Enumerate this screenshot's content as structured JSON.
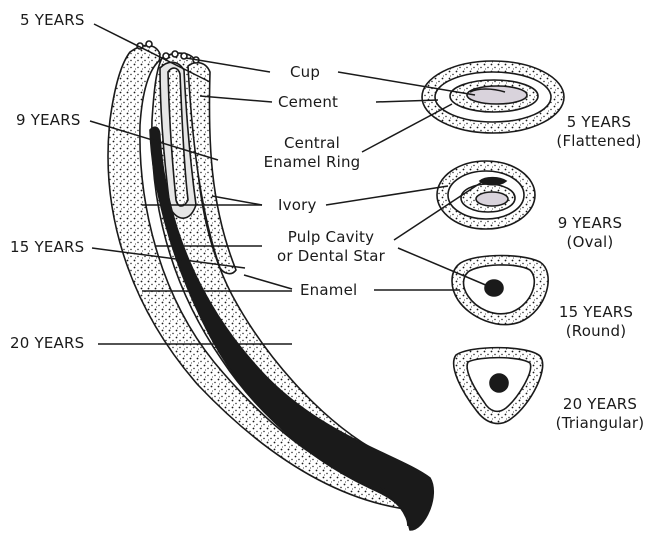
{
  "age_labels": {
    "y5": "5 YEARS",
    "y9": "9 YEARS",
    "y15": "15 YEARS",
    "y20": "20 YEARS"
  },
  "part_labels": {
    "cup": "Cup",
    "cement": "Cement",
    "central_enamel_ring": [
      "Central",
      "Enamel Ring"
    ],
    "ivory": "Ivory",
    "pulp_cavity": [
      "Pulp Cavity",
      "or Dental Star"
    ],
    "enamel": "Enamel"
  },
  "cross_sections": [
    {
      "age": "5 YEARS",
      "shape": "(Flattened)"
    },
    {
      "age": "9 YEARS",
      "shape": "(Oval)"
    },
    {
      "age": "15 YEARS",
      "shape": "(Round)"
    },
    {
      "age": "20 YEARS",
      "shape": "(Triangular)"
    }
  ],
  "colors": {
    "ink": "#1a1a1a",
    "paper": "#ffffff",
    "cement_fill": "#e6e6e6",
    "cup_fill": "#d9d3dc"
  }
}
